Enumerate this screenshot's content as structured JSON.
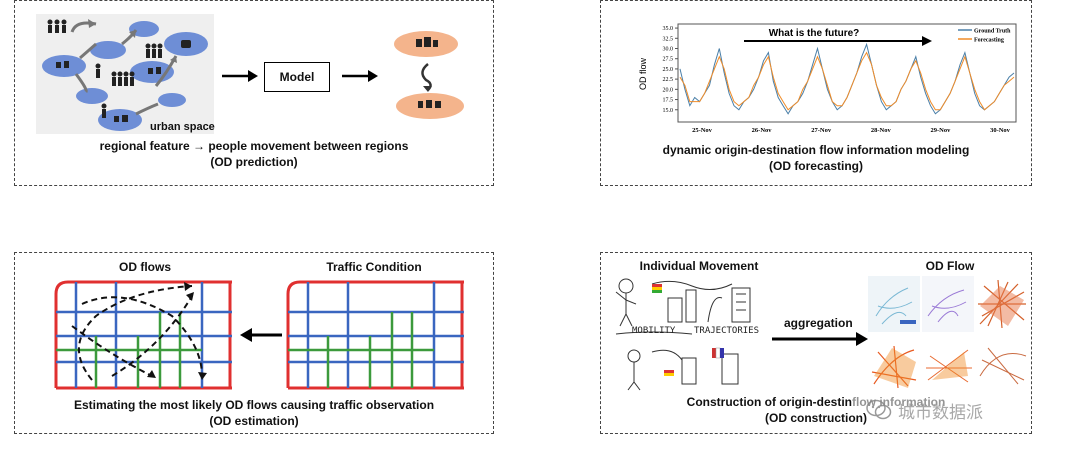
{
  "panels": {
    "od_prediction": {
      "urban_space_label": "urban space",
      "model_label": "Model",
      "caption_line1": "regional feature → people movement between regions",
      "caption_line2": "(OD prediction)"
    },
    "od_forecasting": {
      "question": "What is the future?",
      "ylabel": "OD flow",
      "legend": [
        "Ground Truth",
        "Forecasting"
      ],
      "caption_line1": "dynamic origin-destination flow information modeling",
      "caption_line2": "(OD forecasting)"
    },
    "od_estimation": {
      "left_title": "OD flows",
      "right_title": "Traffic Condition",
      "caption_line1": "Estimating the most likely OD flows causing traffic observation",
      "caption_line2": "(OD estimation)"
    },
    "od_construction": {
      "left_title": "Individual Movement",
      "right_title": "OD Flow",
      "aggregation_label": "aggregation",
      "sketch_word1": "MOBILITY",
      "sketch_word2": "TRAJECTORIES",
      "caption_line1": "Construction of origin-destin",
      "caption_line1_tail": "flow information",
      "caption_line2": "(OD construction)",
      "watermark": "城市数据派"
    }
  },
  "chart_data": {
    "type": "line",
    "title": "",
    "xlabel": "",
    "ylabel": "OD flow",
    "x_tick_labels": [
      "25-Nov",
      "26-Nov",
      "27-Nov",
      "28-Nov",
      "29-Nov",
      "30-Nov"
    ],
    "y_tick_labels": [
      "15.0",
      "17.5",
      "20.0",
      "22.5",
      "25.0",
      "27.5",
      "30.0",
      "32.5",
      "35.0"
    ],
    "ylim": [
      12,
      36
    ],
    "legend_position": "top-right",
    "series": [
      {
        "name": "Ground Truth",
        "color": "#4a7fa8",
        "values": [
          25,
          20,
          16,
          18,
          17,
          19,
          21,
          26,
          30,
          24,
          19,
          16,
          15,
          17,
          18,
          20,
          23,
          27,
          29,
          22,
          18,
          16,
          14,
          16,
          17,
          19,
          22,
          26,
          30,
          25,
          20,
          17,
          15,
          16,
          18,
          21,
          24,
          28,
          31,
          26,
          21,
          17,
          15,
          16,
          17,
          20,
          22,
          25,
          28,
          23,
          19,
          16,
          14,
          15,
          17,
          19,
          22,
          26,
          29,
          24,
          19,
          16,
          15,
          16,
          17,
          19,
          21,
          23,
          24
        ]
      },
      {
        "name": "Forecasting",
        "color": "#f08c28",
        "values": [
          23,
          21,
          17,
          17,
          17,
          19,
          22,
          25,
          28,
          25,
          20,
          17,
          16,
          17,
          18,
          21,
          23,
          26,
          28,
          23,
          19,
          17,
          15,
          16,
          17,
          20,
          22,
          25,
          28,
          25,
          21,
          17,
          16,
          16,
          18,
          21,
          24,
          27,
          29,
          26,
          21,
          18,
          16,
          16,
          17,
          20,
          22,
          25,
          27,
          24,
          20,
          17,
          15,
          15,
          17,
          19,
          22,
          25,
          28,
          24,
          20,
          17,
          15,
          16,
          17,
          19,
          21,
          22,
          23
        ]
      }
    ]
  },
  "colors": {
    "region_blue": "#6e8ed6",
    "region_orange": "#f4b48c",
    "road_red": "#e03030",
    "road_blue": "#3a66c0",
    "road_green": "#3c9a3c",
    "dashed_border": "#444444"
  }
}
